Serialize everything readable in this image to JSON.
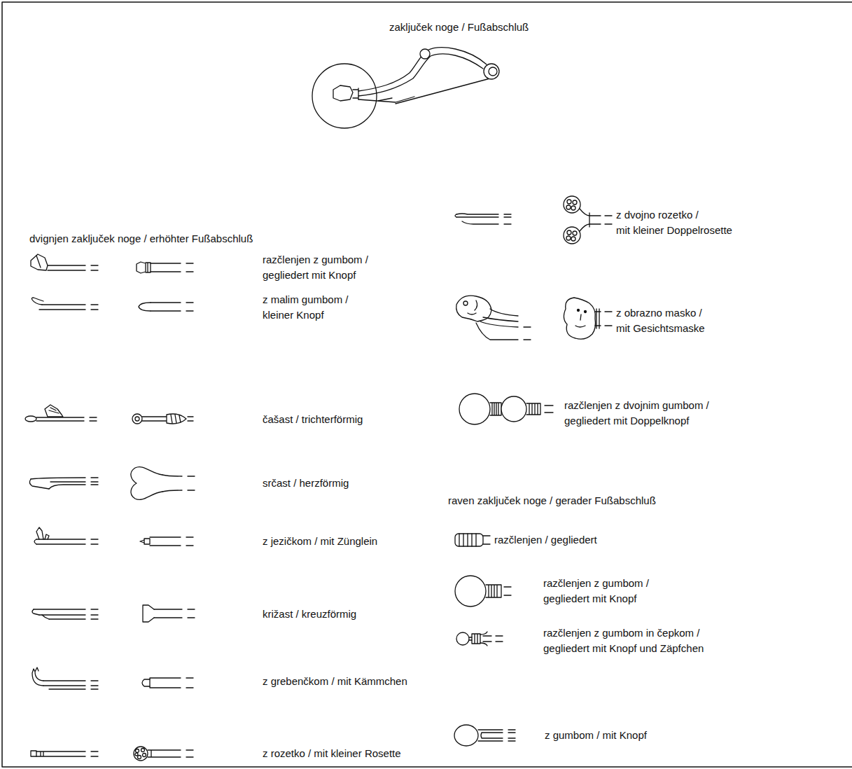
{
  "diagram": {
    "labels": [
      "zaključek noge / Fußabschluß",
      "dvignjen zaključek noge / erhöhter Fußabschluß",
      "razčlenjen z gumbom / gegliedert mit Knopf",
      "z malim gumbom / kleiner Knopf",
      "čašast / trichterförmig",
      "srčast / herzförmig",
      "z jezičkom / mit Zünglein",
      "križast / kreuzförmig",
      "z grebenčkom / mit Kämmchen",
      "z rozetko / mit kleiner Rosette",
      "z dvojno rozetko / mit kleiner Doppelrosette",
      "z obrazno masko / mit Gesichtsmaske",
      "razčlenjen z dvojnim gumbom / gegliedert mit Doppelknopf",
      "raven zaključek noge / gerader Fußabschluß",
      "razčlenjen / gegliedert",
      "razčlenjen z gumbom / gegliedert mit Knopf",
      "razčlenjen z gumbom in čepkom / gegliedert mit Knopf und Zäpfchen",
      "z gumbom / mit Knopf"
    ]
  }
}
